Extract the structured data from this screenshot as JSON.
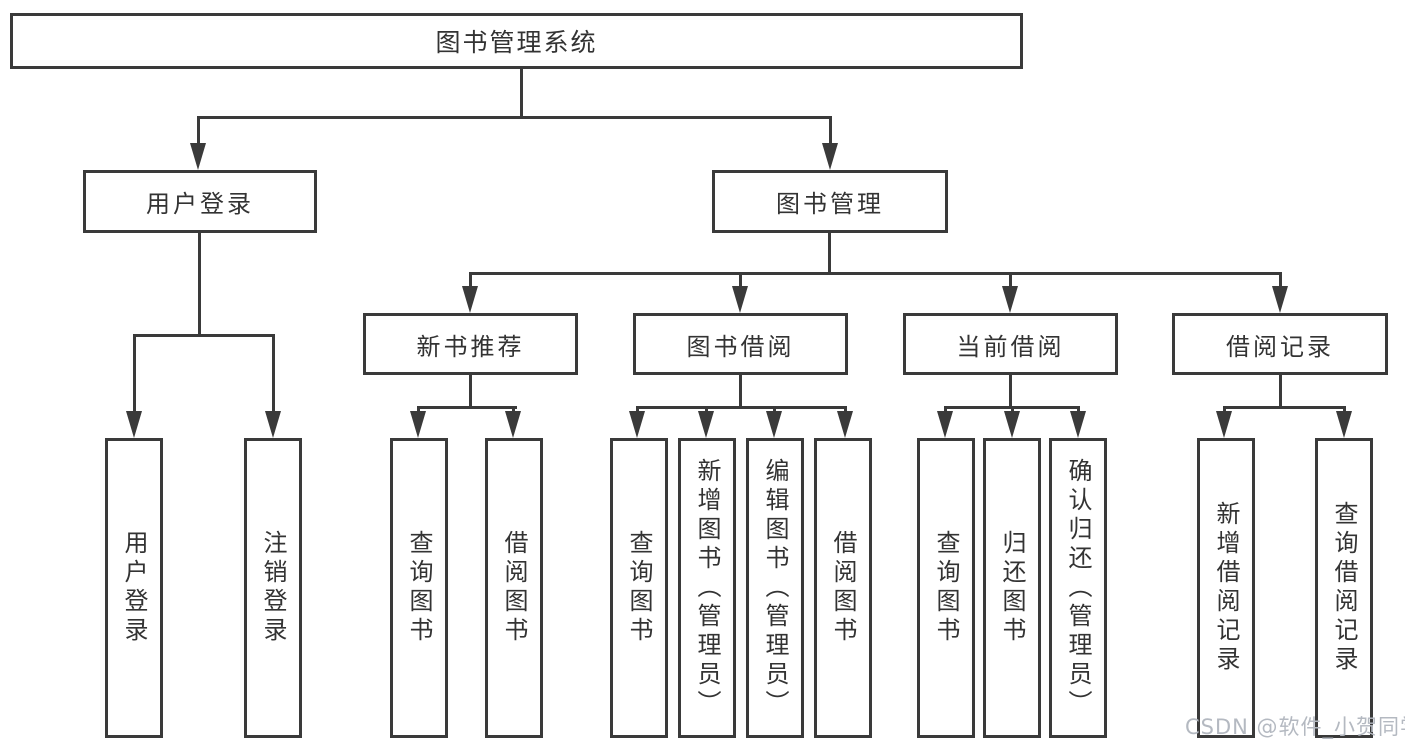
{
  "nodes": {
    "root": "图书管理系统",
    "user_login": "用户登录",
    "book_mgmt": "图书管理",
    "new_book_recommend": "新书推荐",
    "book_borrow": "图书借阅",
    "current_borrow": "当前借阅",
    "borrow_records": "借阅记录",
    "leaf_user_login": "用户登录",
    "leaf_logout": "注销登录",
    "leaf_query_books_recommend": "查询图书",
    "leaf_borrow_books_recommend": "借阅图书",
    "leaf_query_books_borrow": "查询图书",
    "leaf_add_books_admin": "新增图书（管理员）",
    "leaf_edit_books_admin": "编辑图书（管理员）",
    "leaf_borrow_books_borrow": "借阅图书",
    "leaf_query_books_current": "查询图书",
    "leaf_return_books": "归还图书",
    "leaf_confirm_return_admin": "确认归还（管理员）",
    "leaf_add_borrow_record": "新增借阅记录",
    "leaf_query_borrow_record": "查询借阅记录"
  },
  "watermark": "CSDN @软件_小贺同学",
  "colors": {
    "line": "#3a3a3a",
    "text": "#333333",
    "watermark": "#b4b9c1",
    "background": "#ffffff"
  }
}
